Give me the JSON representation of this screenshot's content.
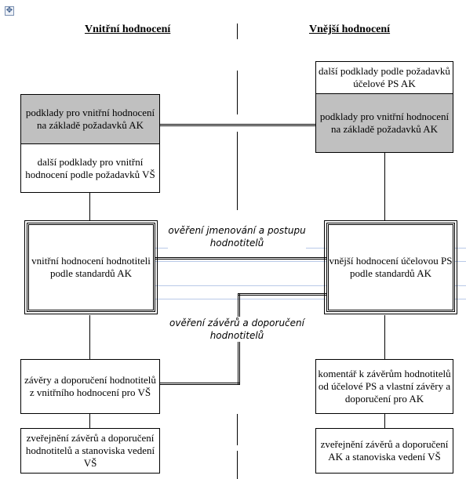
{
  "headings": {
    "internal": "Vnitřní hodnocení",
    "external": "Vnější hodnocení"
  },
  "left": {
    "box1": "podklady pro vnitřní hodnocení na základě požadavků AK",
    "box2": "další podklady pro vnitřní hodnocení podle požadavků VŠ",
    "box3": "vnitřní hodnocení hodnotiteli podle standardů AK",
    "box4": "závěry a doporučení hodnotitelů z vnitřního hodnocení pro VŠ",
    "box5": "zveřejnění závěrů a doporučení hodnotitelů a stanoviska vedení VŠ"
  },
  "right": {
    "box0": "další podklady podle požadavků účelové PS AK",
    "box1": "podklady pro vnitřní hodnocení na základě požadavků AK",
    "box3": "vnější hodnocení účelovou PS podle standardů AK",
    "box4": "komentář k závěrům hodnotitelů od účelové PS a vlastní závěry a doporučení pro AK",
    "box5": "zveřejnění závěrů a doporučení AK a stanoviska vedení VŠ"
  },
  "notes": {
    "top": "ověření jmenování a postupu hodnotitelů",
    "bottom": "ověření závěrů a doporučení hodnotitelů"
  }
}
